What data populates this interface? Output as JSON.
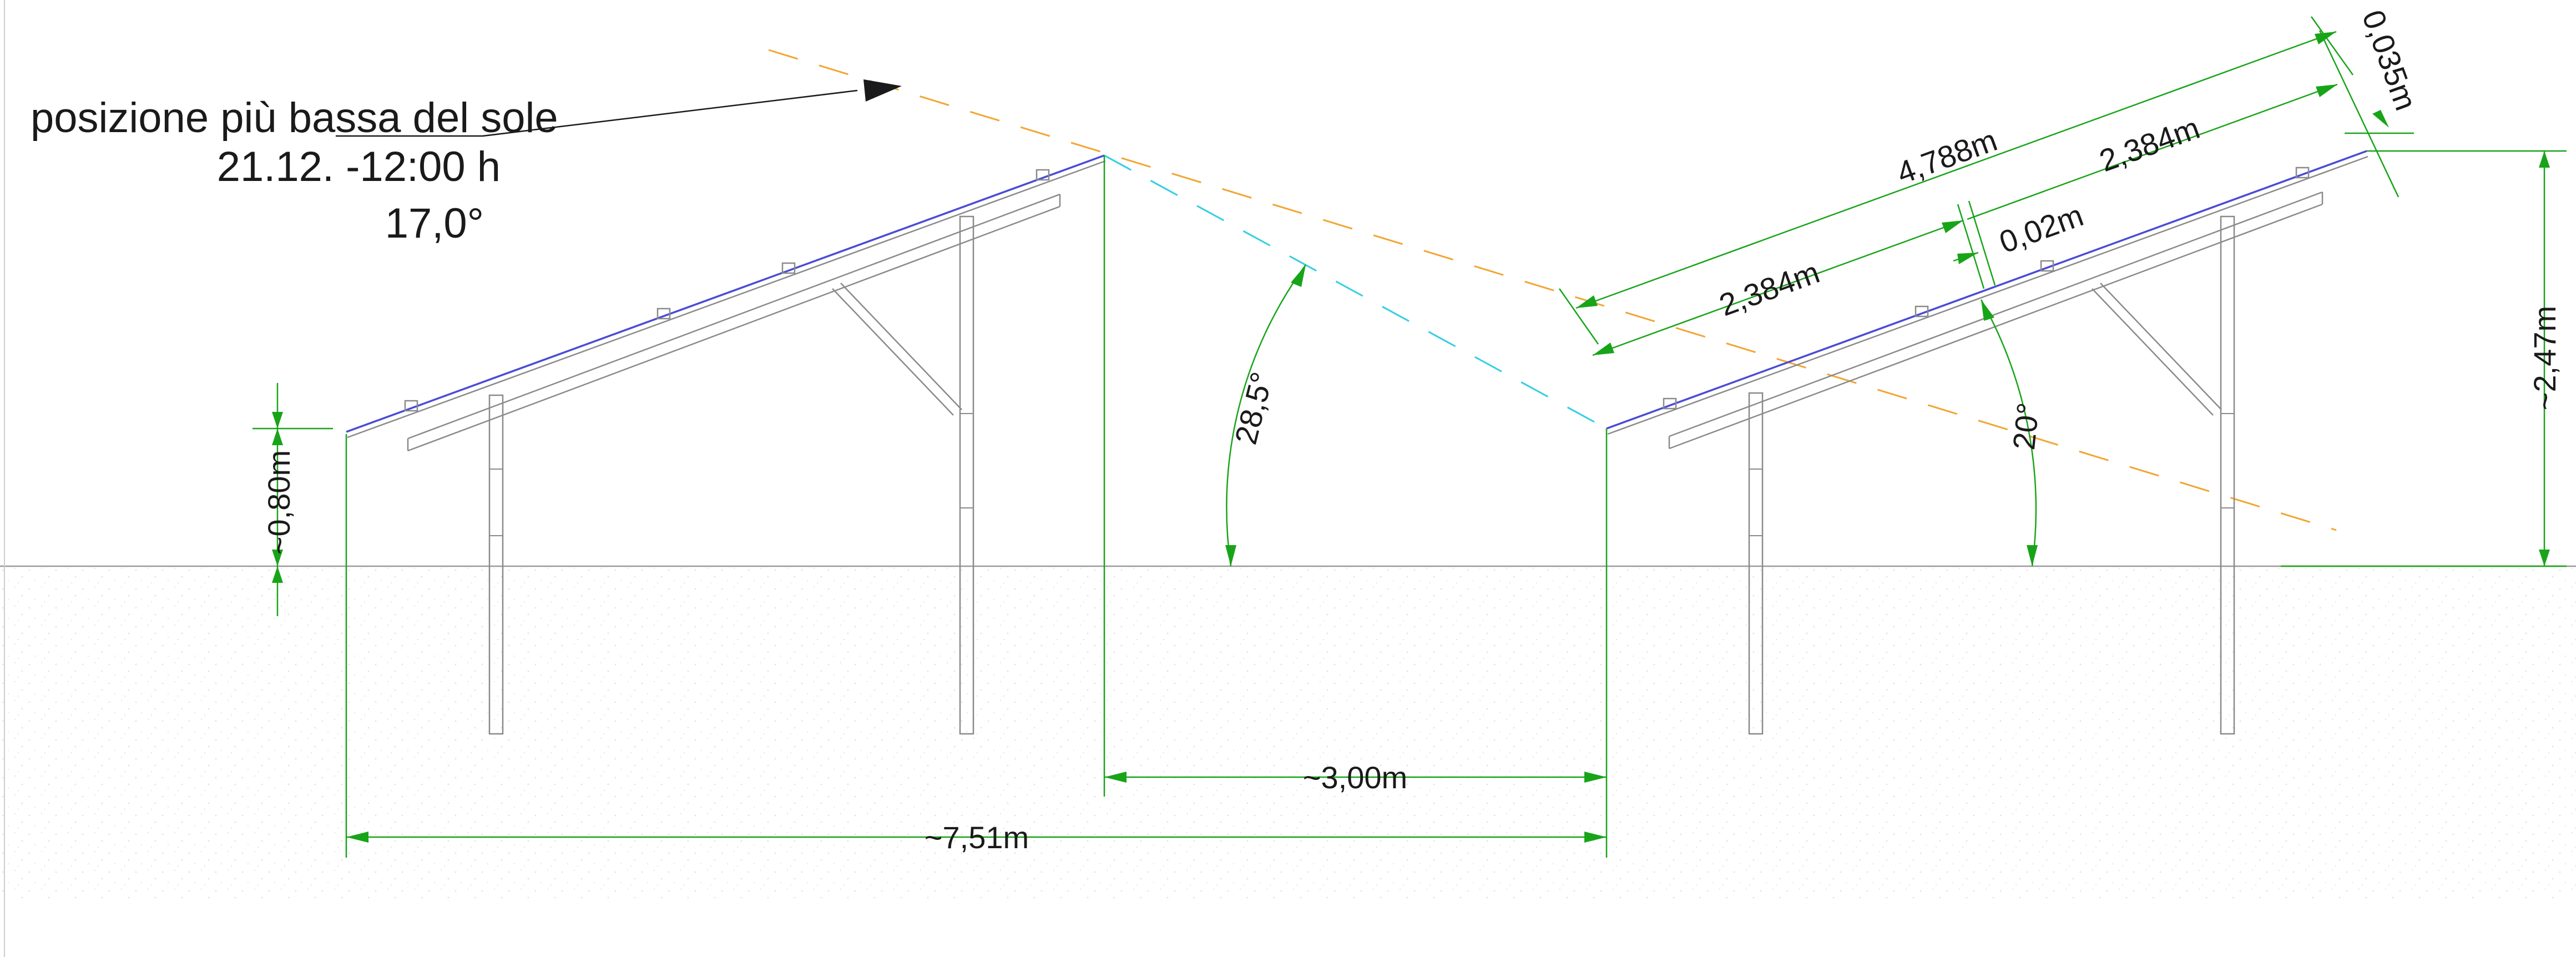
{
  "colors": {
    "background": "#ffffff",
    "structure": "#8a8a8a",
    "panel": "#4b4bd6",
    "dimension": "#18a418",
    "sun_ray": "#f2a532",
    "shade_line": "#35cfe3",
    "ground": "#9a9a9a",
    "text": "#1a1a1a"
  },
  "sun_note": {
    "line1": "posizione più bassa del sole",
    "line2": "21.12. -12:00 h",
    "line3": "17,0°"
  },
  "dimensions": {
    "height_low": "~0,80m",
    "height_high": "~2,47m",
    "row_gap": "~3,00m",
    "row_pitch": "~7,51m",
    "shade_angle": "28,5°",
    "tilt_angle": "20°",
    "table_length": "4,788m",
    "module_lower": "2,384m",
    "module_upper": "2,384m",
    "module_gap": "0,02m",
    "module_thickness": "0,035m"
  }
}
